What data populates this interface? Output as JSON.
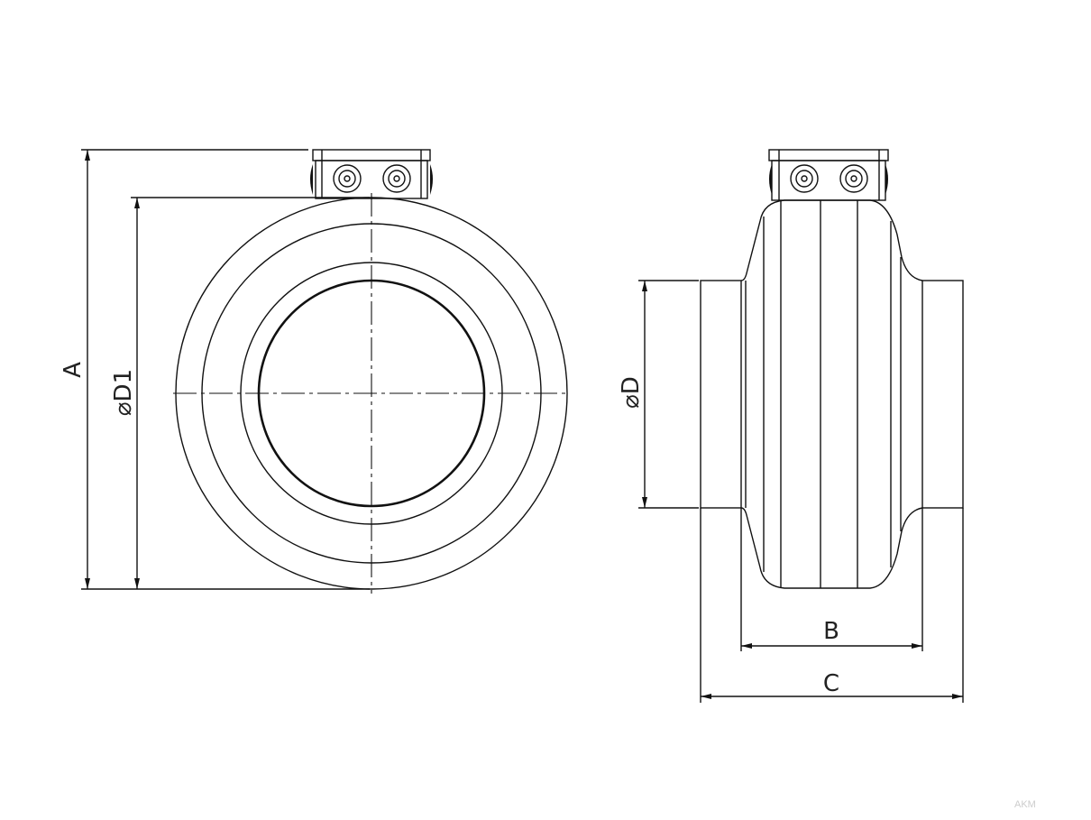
{
  "dimensions": {
    "A": "A",
    "D1": "⌀D1",
    "D": "⌀D",
    "B": "B",
    "C": "C"
  },
  "watermark": "AKM",
  "colors": {
    "line": "#111111",
    "background": "#ffffff"
  }
}
